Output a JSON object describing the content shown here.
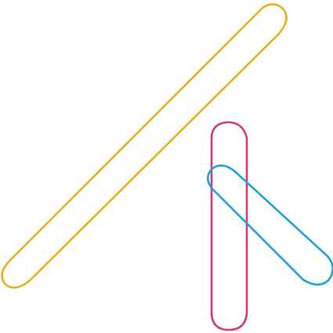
{
  "shapes": [
    {
      "id": "yellow-capsule",
      "color": "#E8B11C"
    },
    {
      "id": "magenta-capsule",
      "color": "#D6397E"
    },
    {
      "id": "blue-capsule",
      "color": "#1FA3D6"
    }
  ]
}
